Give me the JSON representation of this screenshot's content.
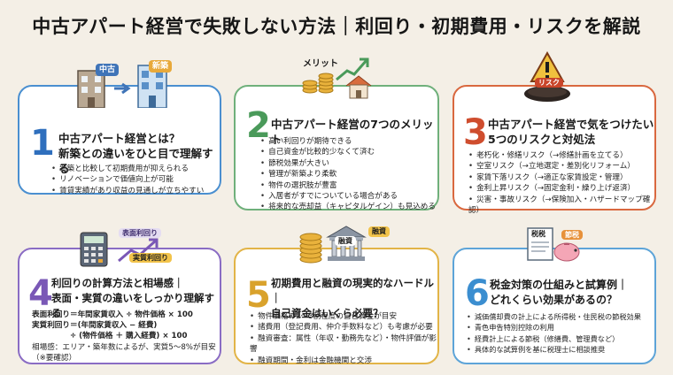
{
  "title": "中古アパート経営で失敗しない方法｜利回り・初期費用・リスクを解説",
  "colors": {
    "background": "#f4efe6",
    "blue": "#4a8fd0",
    "green": "#6fb07b",
    "red": "#d9683f",
    "purple": "#8a6cc4",
    "yellow": "#e2b447",
    "sky": "#5da4d8"
  },
  "cards": [
    {
      "number": "1",
      "heading_lines": [
        "中古アパート経営とは？",
        "新築との違いをひと目で理解する"
      ],
      "illustration_tags": [
        "中古",
        "新築"
      ],
      "icons": [
        "old-building-icon",
        "new-building-icon",
        "arrow-right-icon"
      ],
      "items": [
        "新築と比較して初期費用が抑えられる",
        "リノベーションで価値向上が可能",
        "賃貸実績があり収益の見通しが立ちやすい"
      ]
    },
    {
      "number": "2",
      "heading_lines": [
        "中古アパート経営の7つのメリット"
      ],
      "illustration_tags": [
        "メリット"
      ],
      "icons": [
        "coin-stack-icon",
        "house-icon",
        "rising-arrow-icon"
      ],
      "items": [
        "高い利回りが期待できる",
        "自己資金が比較的少なくて済む",
        "節税効果が大きい",
        "管理が新築より柔軟",
        "物件の選択肢が豊富",
        "入居者がすでについている場合がある",
        "将来的な売却益（キャピタルゲイン）も見込める"
      ]
    },
    {
      "number": "3",
      "heading_lines": [
        "中古アパート経営で気をつけたい",
        "5つのリスクと対処法"
      ],
      "illustration_tags": [
        "リスク"
      ],
      "icons": [
        "warning-sign-icon",
        "hole-icon"
      ],
      "items": [
        "老朽化・修繕リスク（→修繕計画を立てる）",
        "空室リスク（→立地選定・差別化リフォーム）",
        "家賃下落リスク（→適正な家賃設定・管理）",
        "金利上昇リスク（→固定金利・繰り上げ返済）",
        "災害・事故リスク（→保険加入・ハザードマップ確認）"
      ]
    },
    {
      "number": "4",
      "heading_lines": [
        "利回りの計算方法と相場感｜",
        "表面・実質の違いをしっかり理解する"
      ],
      "illustration_tags": [
        "表面利回り",
        "実質利回り"
      ],
      "icons": [
        "calculator-icon",
        "growth-chart-icon"
      ],
      "formula_lines": [
        "表面利回り＝年間家賃収入 ÷ 物件価格 × 100",
        "実質利回り＝(年間家賃収入 − 経費)",
        "　　　　　÷ (物件価格 ＋ 購入経費) × 100",
        "相場感：エリア・築年数によるが、実質5〜8%が目安",
        "（※要確認）"
      ]
    },
    {
      "number": "5",
      "heading_lines": [
        "初期費用と融資の現実的なハードル｜",
        "自己資金はいくら必要？"
      ],
      "illustration_tags": [
        "融資",
        "融資"
      ],
      "icons": [
        "coin-stack-icon",
        "bank-icon"
      ],
      "items": [
        "物件価格の2〜3割程度の自己資金が目安",
        "諸費用（登記費用、仲介手数料など）も考慮が必要",
        "融資審査：属性（年収・勤務先など）・物件評価が影響",
        "融資期間・金利は金融機関と交渉"
      ]
    },
    {
      "number": "6",
      "heading_lines": [
        "税金対策の仕組みと試算例｜",
        "どれくらい効果があるの？"
      ],
      "illustration_tags": [
        "税税",
        "節税"
      ],
      "icons": [
        "tax-document-icon",
        "piggy-bank-icon"
      ],
      "items": [
        "減価償却費の計上による所得税・住民税の節税効果",
        "青色申告特別控除の利用",
        "経費計上による節税（修繕費、管理費など）",
        "具体的な試算例を基に税理士に相談推奨"
      ]
    }
  ]
}
